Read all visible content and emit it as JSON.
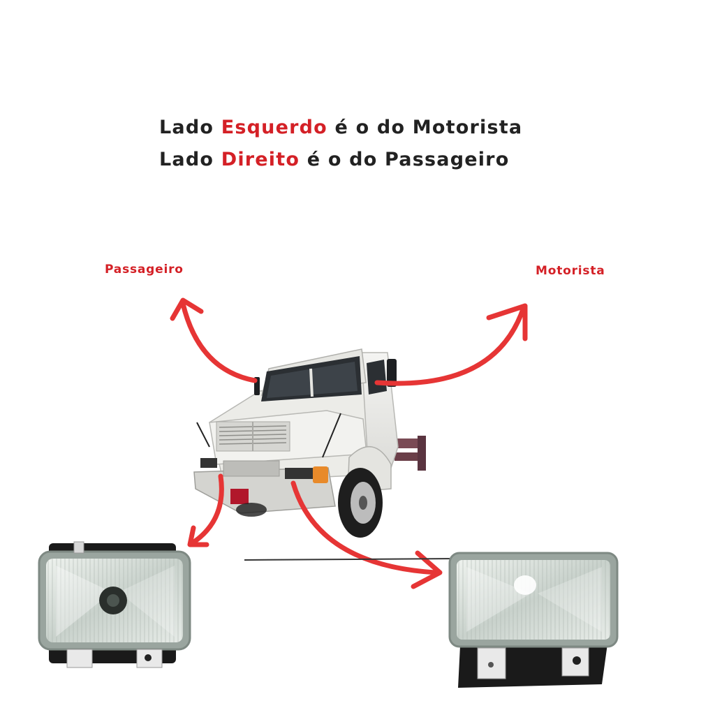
{
  "heading": {
    "line1": {
      "prefix": "Lado ",
      "highlight": "Esquerdo",
      "suffix": " é o do Motorista"
    },
    "line2": {
      "prefix": "Lado ",
      "highlight": "Direito",
      "suffix": " é o do Passageiro"
    }
  },
  "labels": {
    "left": "Passageiro",
    "right": "Motorista"
  },
  "colors": {
    "accent": "#d42026",
    "text": "#222222",
    "arrow": "#e63535"
  },
  "icons": [
    "truck-illustration",
    "headlight-left",
    "headlight-right",
    "curved-arrow"
  ]
}
